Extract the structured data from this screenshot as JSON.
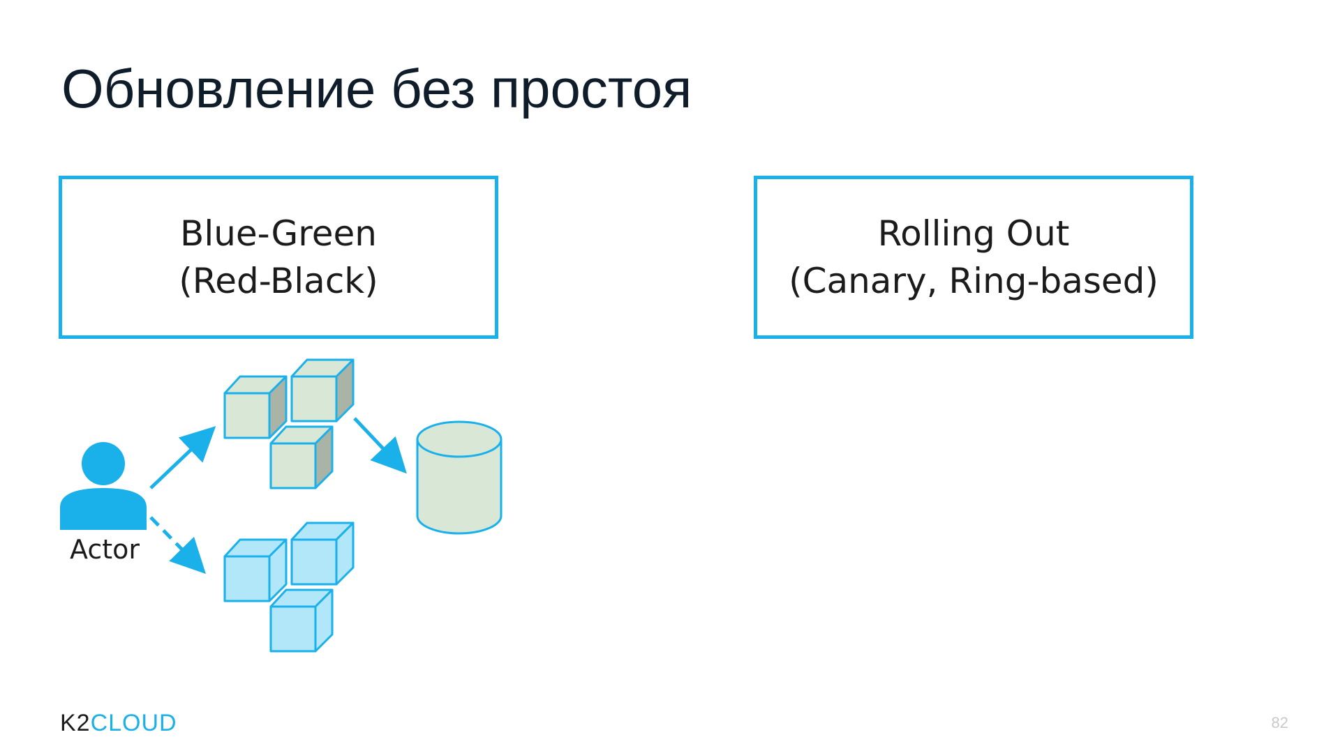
{
  "slide": {
    "title": "Обновление без простоя",
    "page_number": "82"
  },
  "strategies": [
    {
      "line1": "Blue-Green",
      "line2": "(Red-Black)"
    },
    {
      "line1": "Rolling Out",
      "line2": "(Canary, Ring-based)"
    }
  ],
  "diagram": {
    "actor_label": "Actor"
  },
  "logo": {
    "part1": "K2",
    "part2": "CLOUD"
  },
  "colors": {
    "accent": "#1ab0ea",
    "green_face": "#d8e7d6",
    "green_side": "#a9b4a6",
    "blue_face": "#b2e6f9",
    "title": "#0f1d2b"
  }
}
